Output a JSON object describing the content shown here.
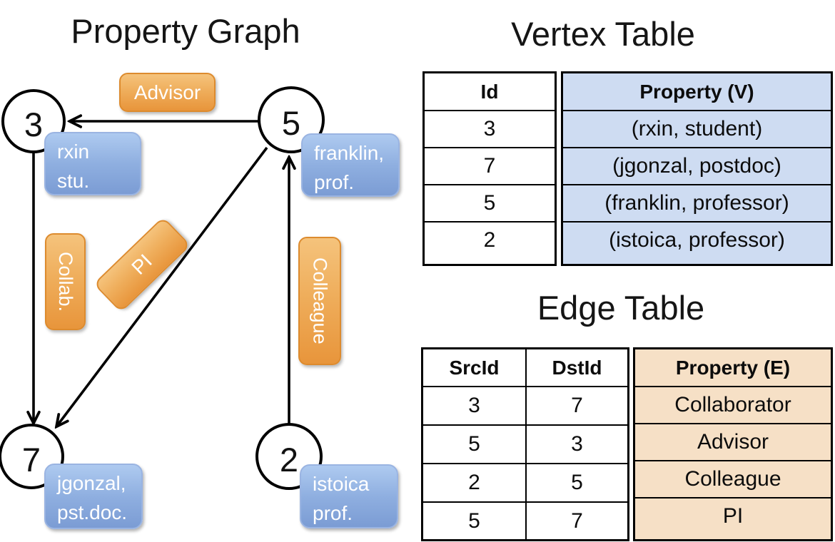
{
  "titles": {
    "graph": "Property Graph",
    "vertex_table": "Vertex Table",
    "edge_table": "Edge Table"
  },
  "graph": {
    "nodes": [
      {
        "id": "3",
        "prop_line1": "rxin",
        "prop_line2": "stu."
      },
      {
        "id": "5",
        "prop_line1": "franklin,",
        "prop_line2": "prof."
      },
      {
        "id": "7",
        "prop_line1": "jgonzal,",
        "prop_line2": "pst.doc."
      },
      {
        "id": "2",
        "prop_line1": "istoica",
        "prop_line2": "prof."
      }
    ],
    "edge_labels": {
      "advisor": "Advisor",
      "collab": "Collab.",
      "pi": "PI",
      "colleague": "Colleague"
    }
  },
  "vertex_table": {
    "headers": {
      "id": "Id",
      "property": "Property (V)"
    },
    "rows": [
      {
        "id": "3",
        "property": "(rxin, student)"
      },
      {
        "id": "7",
        "property": "(jgonzal, postdoc)"
      },
      {
        "id": "5",
        "property": "(franklin, professor)"
      },
      {
        "id": "2",
        "property": "(istoica, professor)"
      }
    ]
  },
  "edge_table": {
    "headers": {
      "src": "SrcId",
      "dst": "DstId",
      "property": "Property (E)"
    },
    "rows": [
      {
        "src": "3",
        "dst": "7",
        "property": "Collaborator"
      },
      {
        "src": "5",
        "dst": "3",
        "property": "Advisor"
      },
      {
        "src": "2",
        "dst": "5",
        "property": "Colleague"
      },
      {
        "src": "5",
        "dst": "7",
        "property": "PI"
      }
    ]
  },
  "colors": {
    "edge_label_orange": "#e8953b",
    "vertex_box_blue": "#7b9cd4",
    "vertex_cell_bg": "#cedcf2",
    "edge_cell_bg": "#f6e0c6",
    "line_black": "#000000"
  }
}
